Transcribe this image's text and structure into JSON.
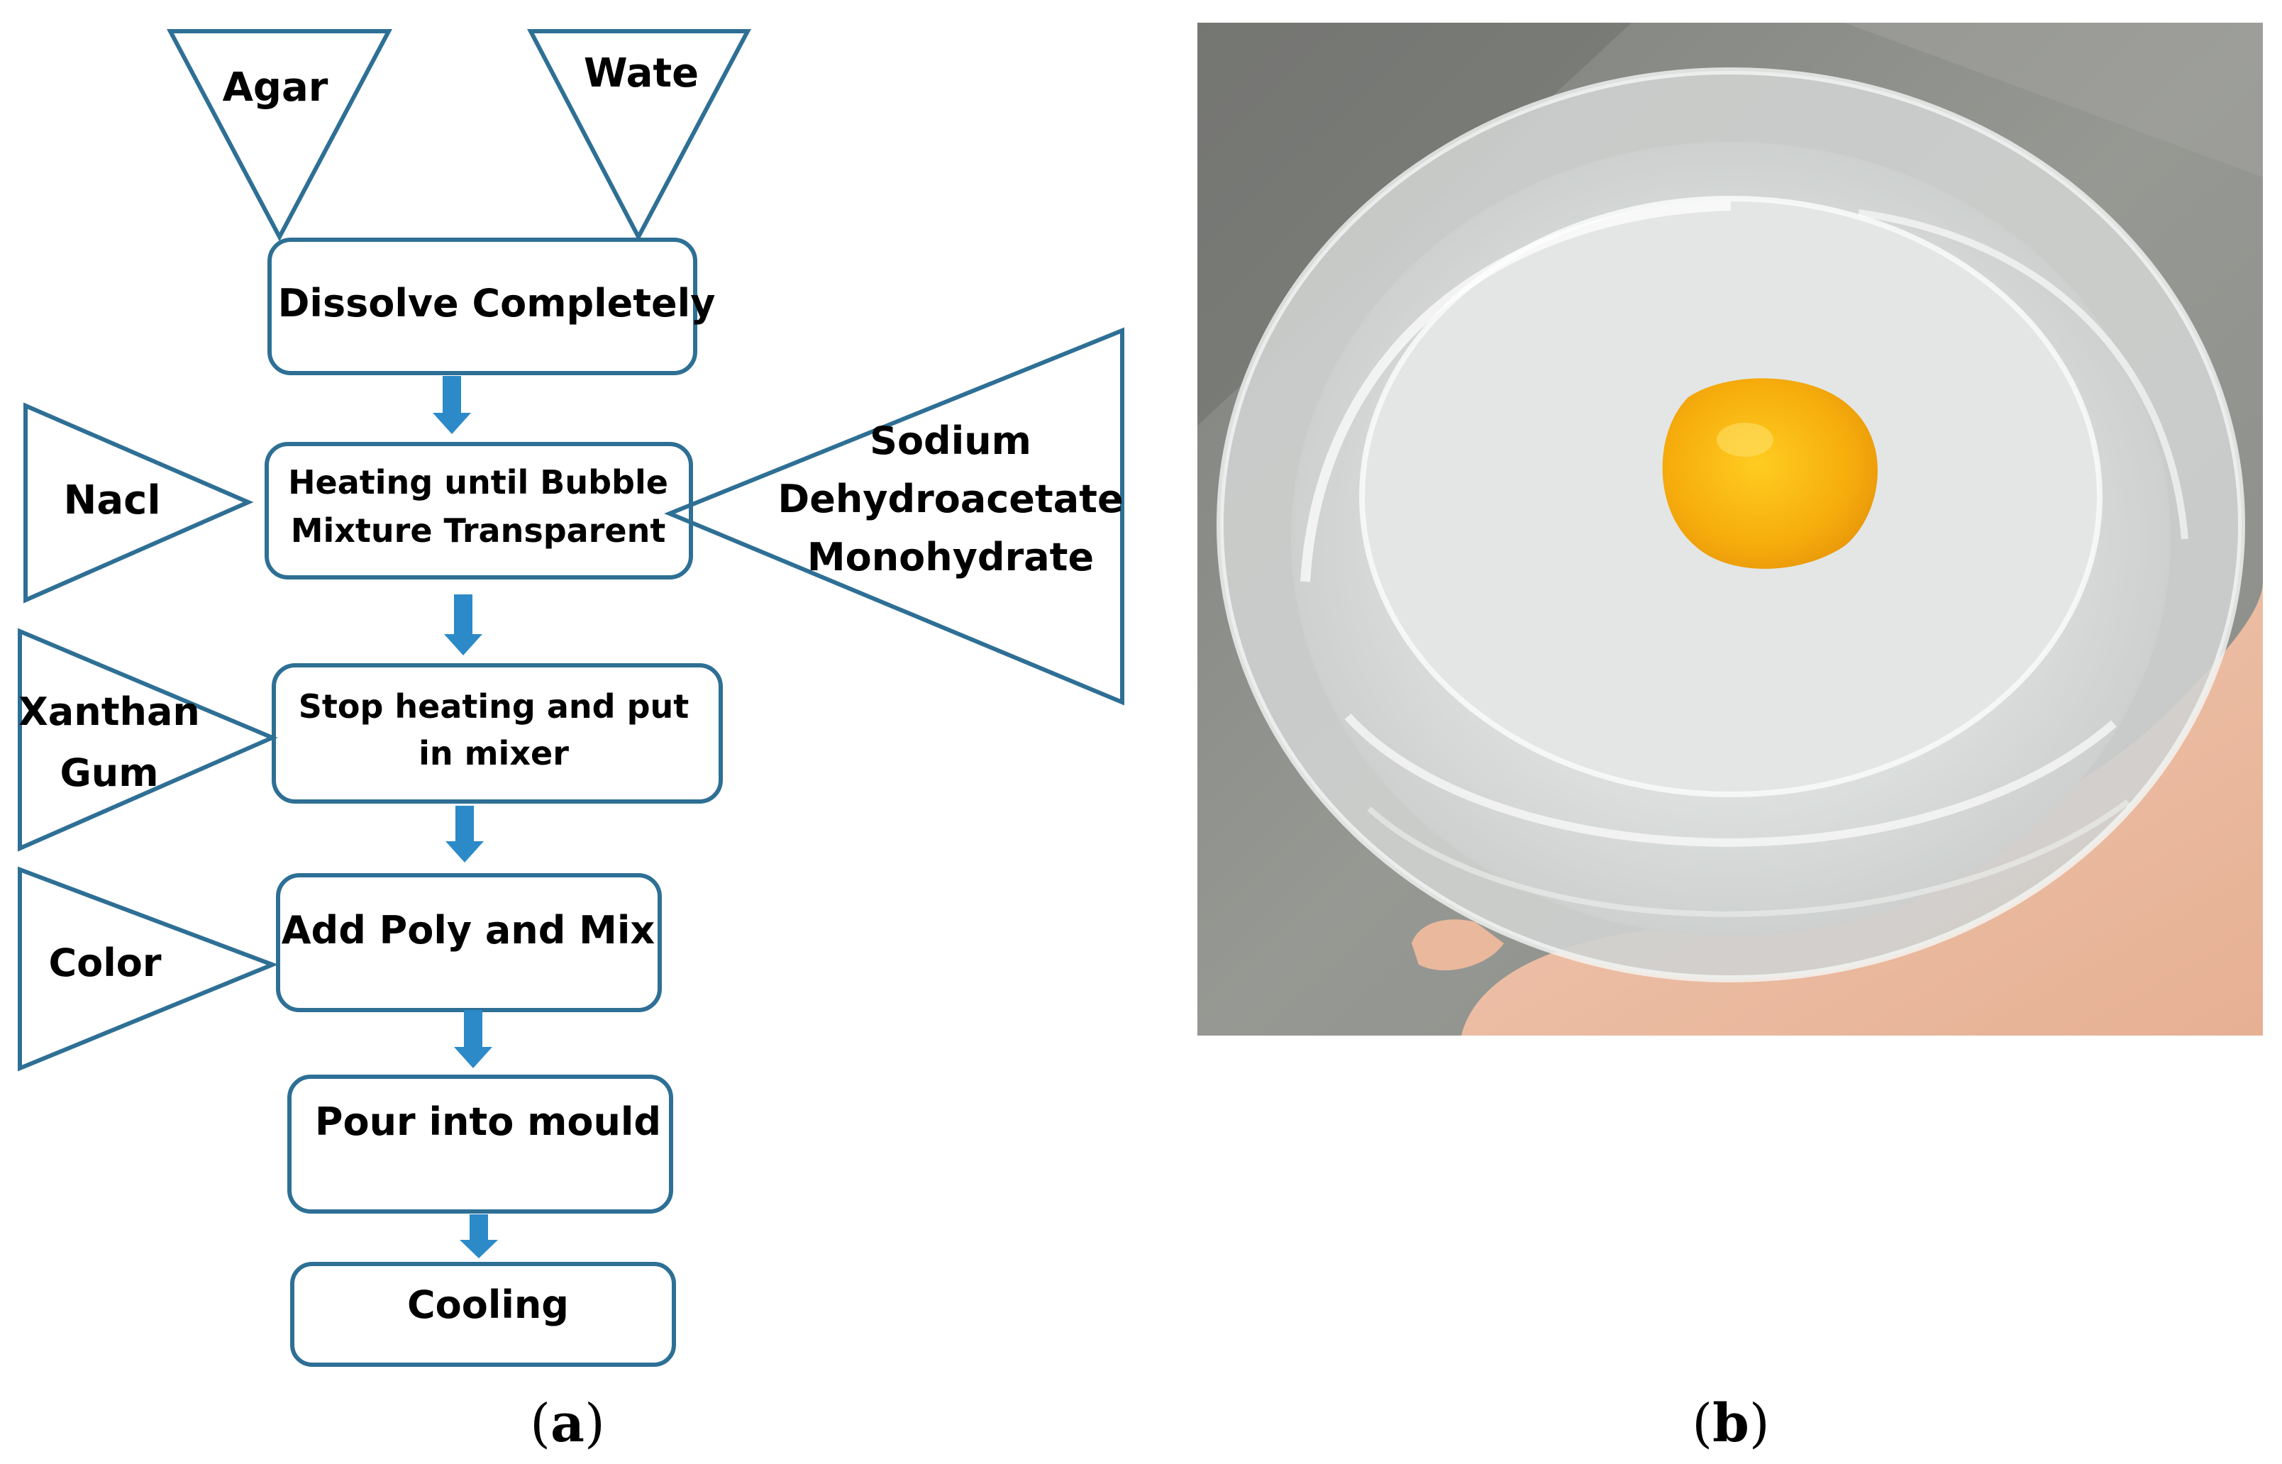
{
  "colors": {
    "stroke": "#2e6f95",
    "arrow": "#2c8ac9",
    "text": "#000000",
    "background": "#ffffff"
  },
  "inputs": {
    "agar": "Agar",
    "water": "Wate",
    "nacl": "Nacl",
    "sodium": [
      "Sodium",
      "Dehydroacetate",
      "Monohydrate"
    ],
    "xanthan": [
      "Xanthan",
      "Gum"
    ],
    "color": "Color"
  },
  "steps": {
    "dissolve": "Dissolve Completely",
    "heating": [
      "Heating until Bubble",
      "Mixture Transparent"
    ],
    "stop": [
      "Stop heating and put",
      "in mixer"
    ],
    "add_poly": "Add Poly and Mix",
    "pour": "Pour into mould",
    "cooling": "Cooling"
  },
  "photo": {
    "subject": "agar-jelly-in-clear-container"
  },
  "captions": {
    "a": {
      "open": "(",
      "letter": "a",
      "close": ")"
    },
    "b": {
      "open": "(",
      "letter": "b",
      "close": ")"
    }
  }
}
